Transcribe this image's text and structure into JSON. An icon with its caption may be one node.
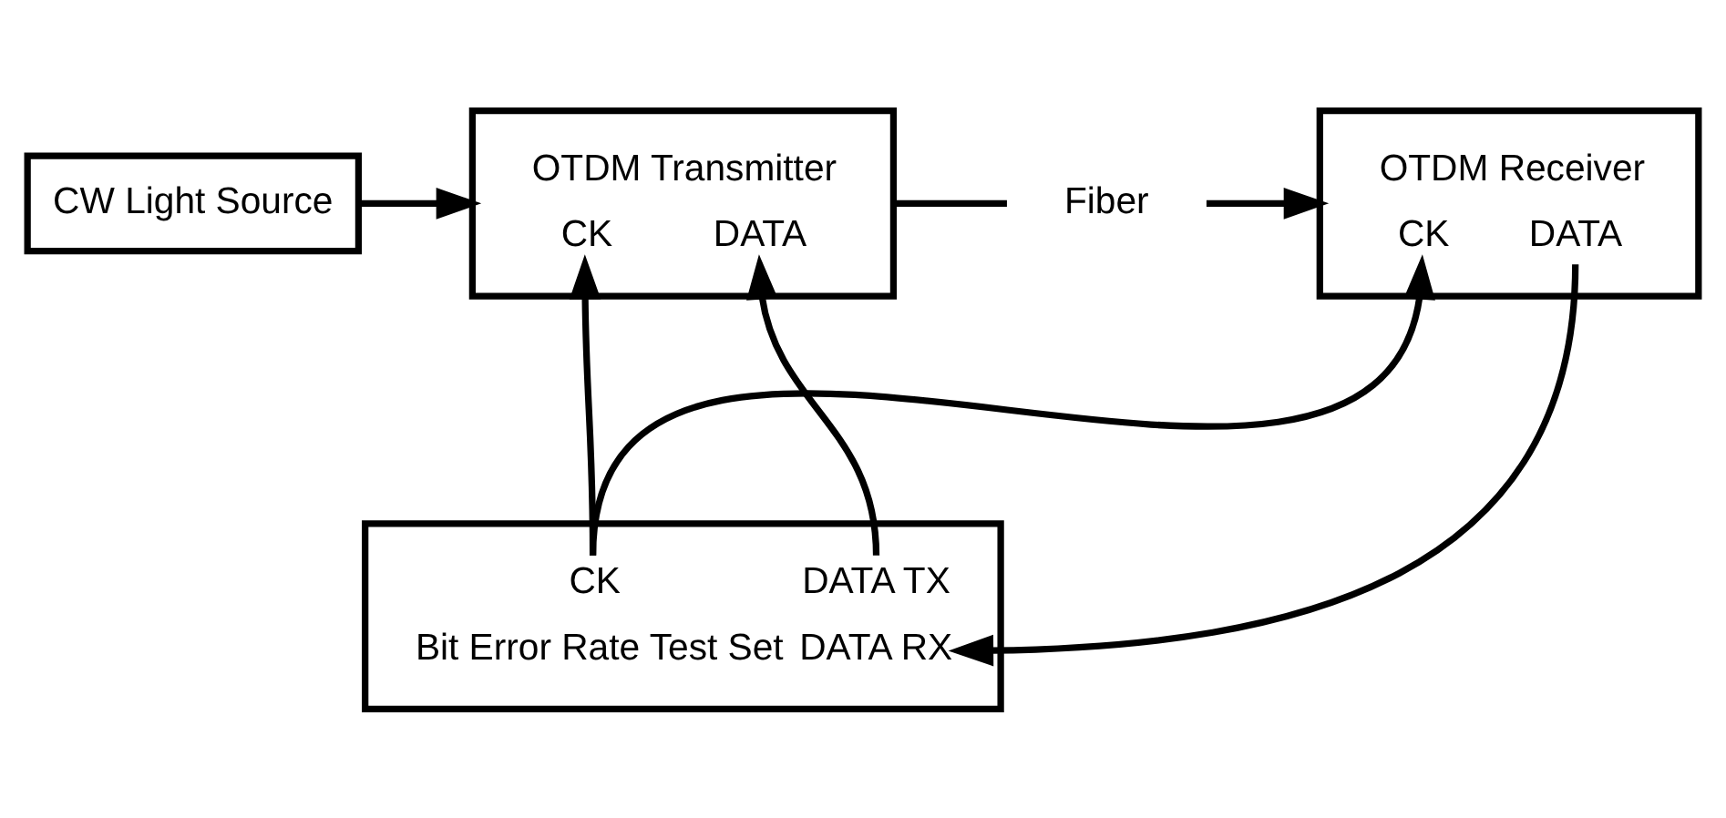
{
  "diagram": {
    "nodes": [
      {
        "text": [
          "CW Light Source"
        ]
      },
      {
        "text": [
          "OTDM Transmitter",
          "CK",
          "DATA"
        ]
      },
      {
        "text": [
          "Fiber"
        ]
      },
      {
        "text": [
          "OTDM Receiver",
          "CK",
          "DATA"
        ]
      },
      {
        "text": [
          "CK",
          "DATA TX",
          "Bit Error Rate Test Set",
          "DATA RX"
        ]
      }
    ],
    "edges": [
      {
        "from": 0,
        "to": 1,
        "arrow": "to"
      },
      {
        "from": 1,
        "to": 2,
        "arrow": "none"
      },
      {
        "from": 2,
        "to": 3,
        "arrow": "to"
      },
      {
        "from": 4,
        "to": 1,
        "arrow": "to"
      },
      {
        "from": 4,
        "to": 1,
        "arrow": "to"
      },
      {
        "from": 4,
        "to": 3,
        "arrow": "to"
      },
      {
        "from": 3,
        "to": 4,
        "arrow": "to"
      }
    ]
  }
}
